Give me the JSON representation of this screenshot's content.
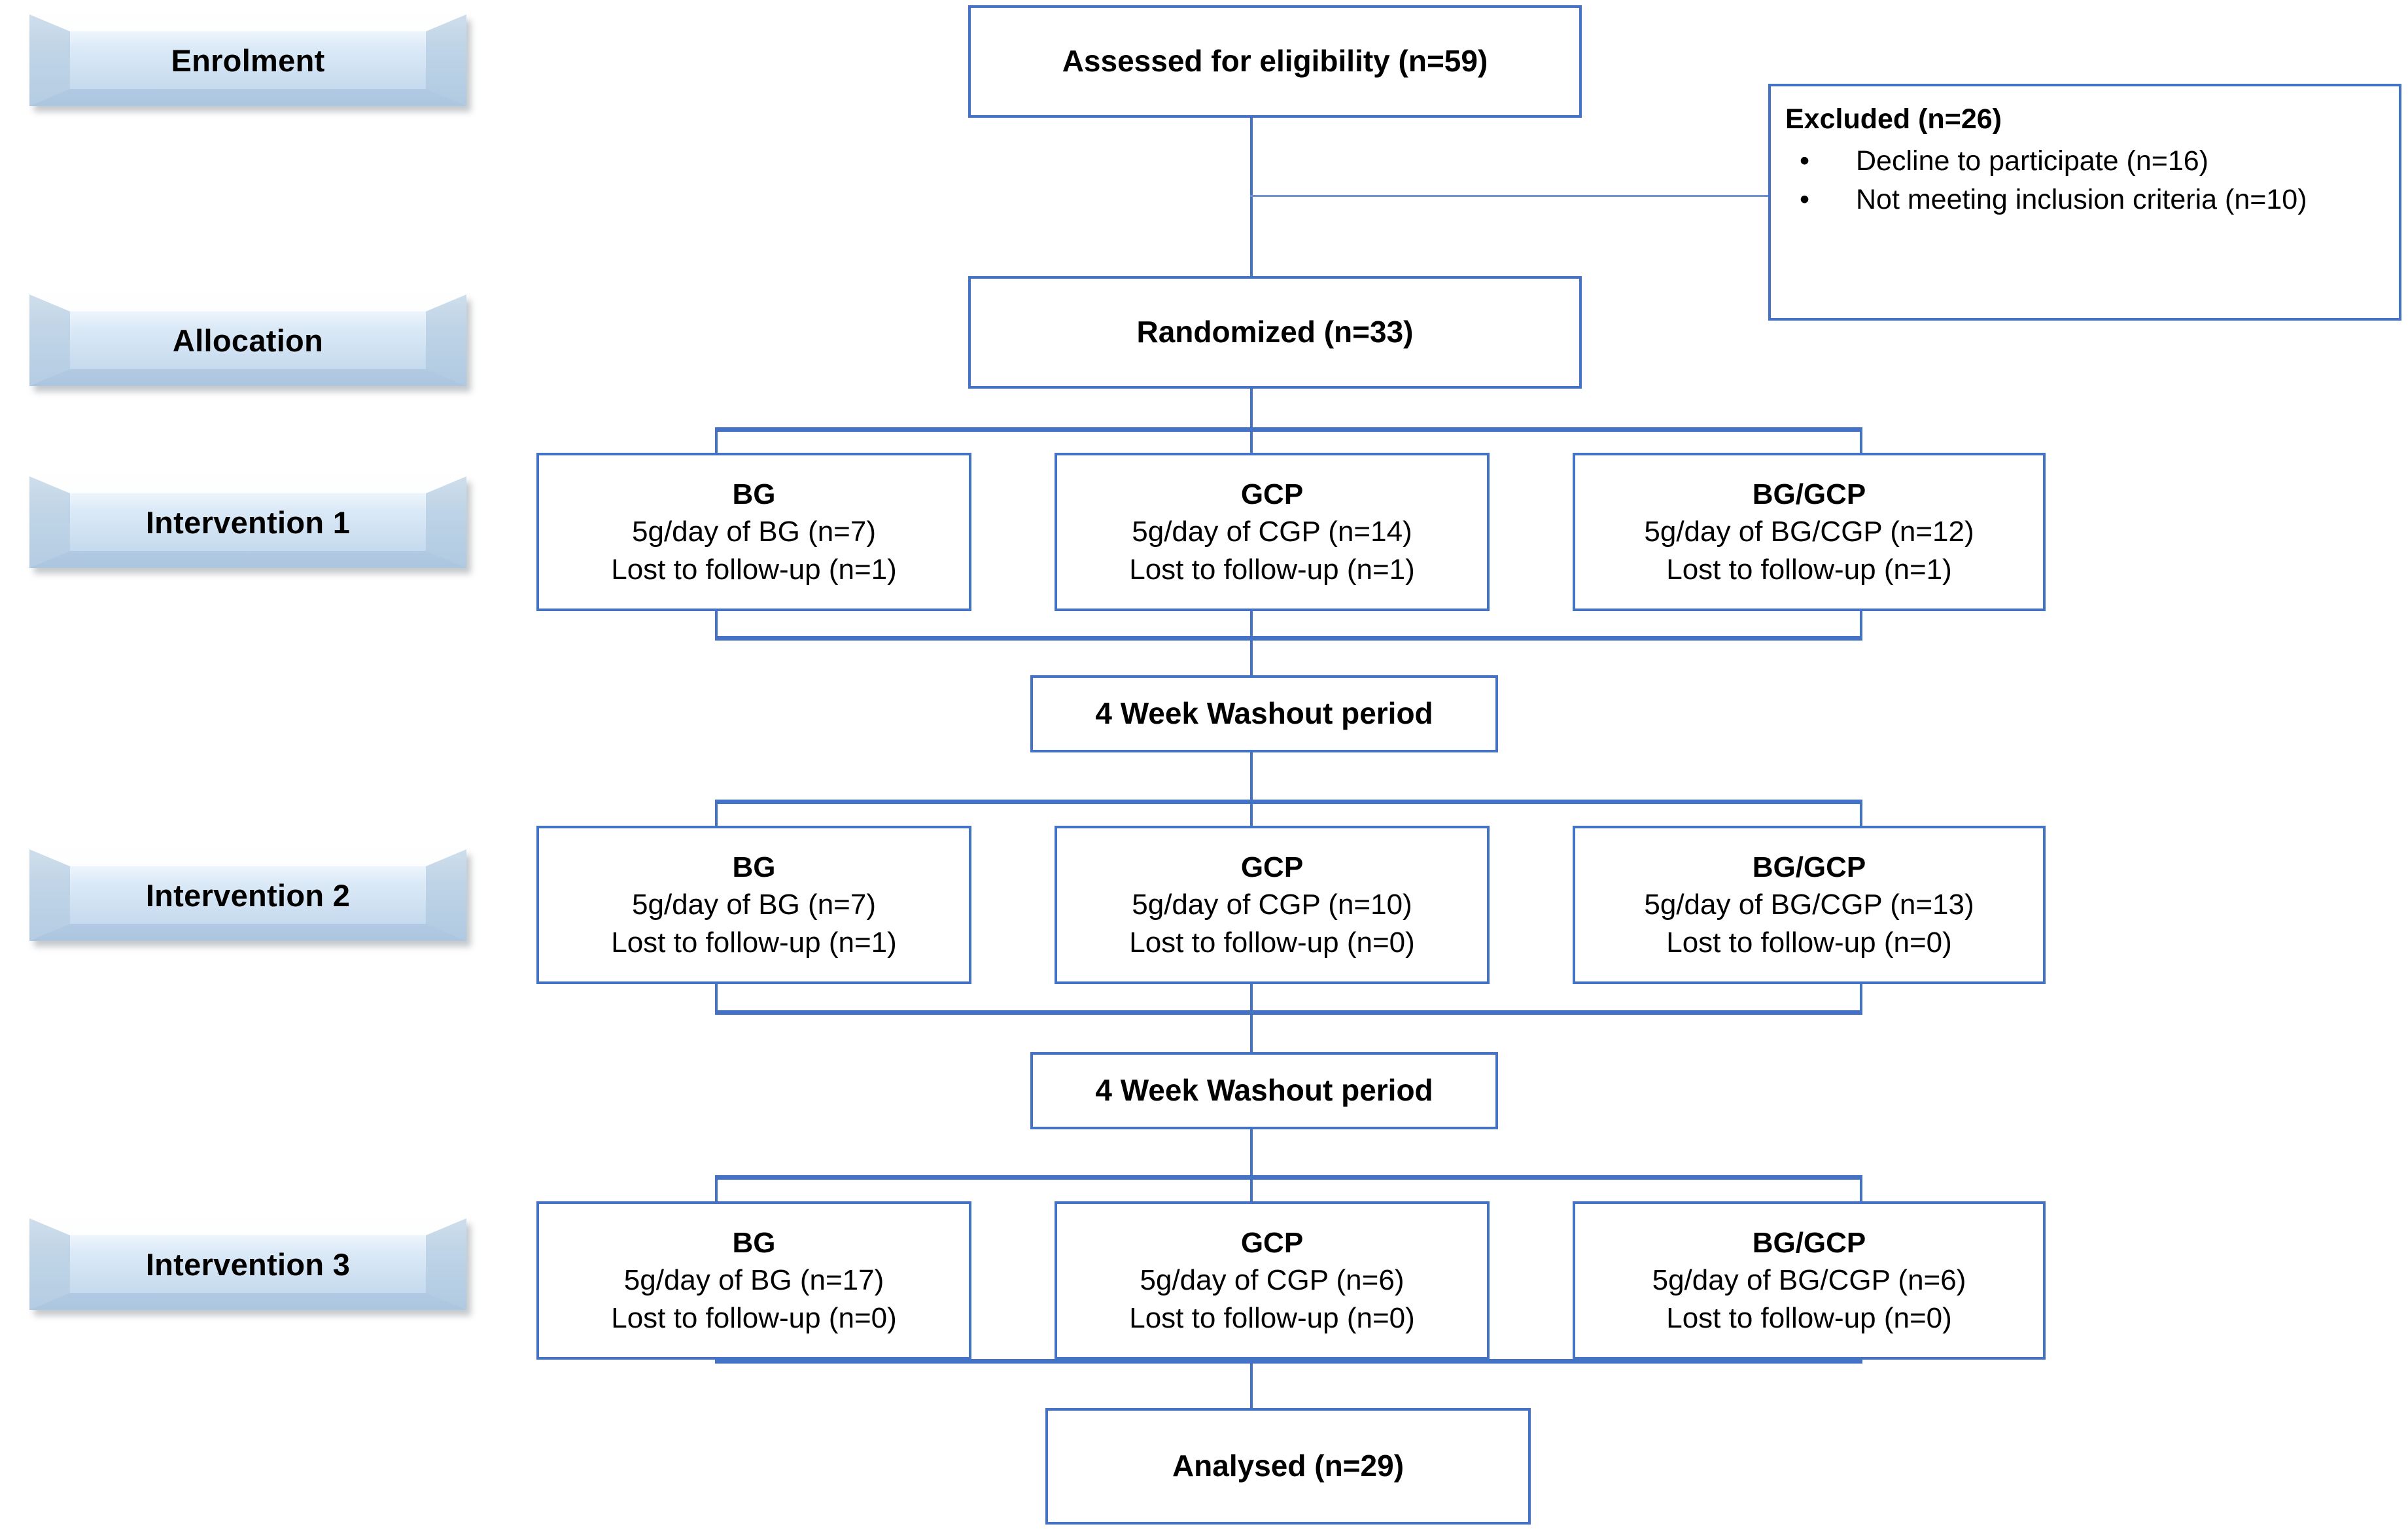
{
  "diagram": {
    "title": "CONSORT participant flow diagram",
    "accent_color": "#4472C4",
    "stage_plate_color": "#CFE1F2"
  },
  "stages": [
    {
      "label": "Enrolment"
    },
    {
      "label": "Allocation"
    },
    {
      "label": "Intervention 1"
    },
    {
      "label": "Intervention 2"
    },
    {
      "label": "Intervention 3"
    }
  ],
  "nodes": {
    "assessed": {
      "label": "Assessed for eligibility (n=59)"
    },
    "excluded": {
      "title": "Excluded (n=26)",
      "bullet_glyph": "•",
      "items": [
        "Decline to participate (n=16)",
        "Not meeting inclusion criteria (n=10)"
      ]
    },
    "randomized": {
      "label": "Randomized (n=33)"
    },
    "washout_1": {
      "label": "4 Week Washout period"
    },
    "washout_2": {
      "label": "4 Week Washout period"
    },
    "analysed": {
      "label": "Analysed (n=29)"
    }
  },
  "arms": {
    "intervention_1": [
      {
        "title": "BG",
        "dose": "5g/day of BG (n=7)",
        "lost": "Lost to follow-up (n=1)"
      },
      {
        "title": "GCP",
        "dose": "5g/day of CGP (n=14)",
        "lost": "Lost to follow-up (n=1)"
      },
      {
        "title": "BG/GCP",
        "dose": "5g/day of BG/CGP (n=12)",
        "lost": "Lost to follow-up (n=1)"
      }
    ],
    "intervention_2": [
      {
        "title": "BG",
        "dose": "5g/day of BG (n=7)",
        "lost": "Lost to follow-up (n=1)"
      },
      {
        "title": "GCP",
        "dose": "5g/day of CGP (n=10)",
        "lost": "Lost to follow-up (n=0)"
      },
      {
        "title": "BG/GCP",
        "dose": "5g/day of BG/CGP (n=13)",
        "lost": "Lost to follow-up (n=0)"
      }
    ],
    "intervention_3": [
      {
        "title": "BG",
        "dose": "5g/day of BG (n=17)",
        "lost": "Lost to follow-up (n=0)"
      },
      {
        "title": "GCP",
        "dose": "5g/day of CGP (n=6)",
        "lost": "Lost to follow-up (n=0)"
      },
      {
        "title": "BG/GCP",
        "dose": "5g/day of BG/CGP (n=6)",
        "lost": "Lost to follow-up (n=0)"
      }
    ]
  }
}
